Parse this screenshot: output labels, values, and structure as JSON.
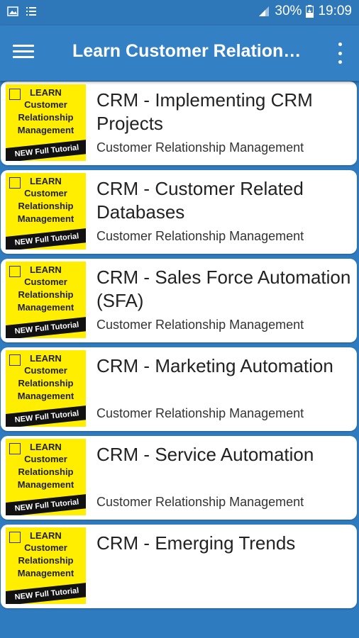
{
  "status_bar": {
    "battery": "30%",
    "time": "19:09"
  },
  "app_bar": {
    "title": "Learn Customer Relation…"
  },
  "thumbnail": {
    "line1": "LEARN",
    "line2": "Customer",
    "line3": "Relationship",
    "line4": "Management",
    "band": "NEW Full Tutorial"
  },
  "items": [
    {
      "title": "CRM - Managing the Customers",
      "subtitle": "Customer Relationship Management"
    },
    {
      "title": "CRM - Implementing CRM Projects",
      "subtitle": "Customer Relationship Management"
    },
    {
      "title": "CRM - Customer Related Databases",
      "subtitle": "Customer Relationship Management"
    },
    {
      "title": "CRM - Sales Force Automation (SFA)",
      "subtitle": "Customer Relationship Management"
    },
    {
      "title": "CRM - Marketing Automation",
      "subtitle": "Customer Relationship Management"
    },
    {
      "title": "CRM - Service Automation",
      "subtitle": "Customer Relationship Management"
    },
    {
      "title": "CRM - Emerging Trends",
      "subtitle": ""
    }
  ],
  "colors": {
    "app_bar": "#3380c4",
    "status_bar": "#2e77b8",
    "thumb_yellow": "#ffee00"
  }
}
